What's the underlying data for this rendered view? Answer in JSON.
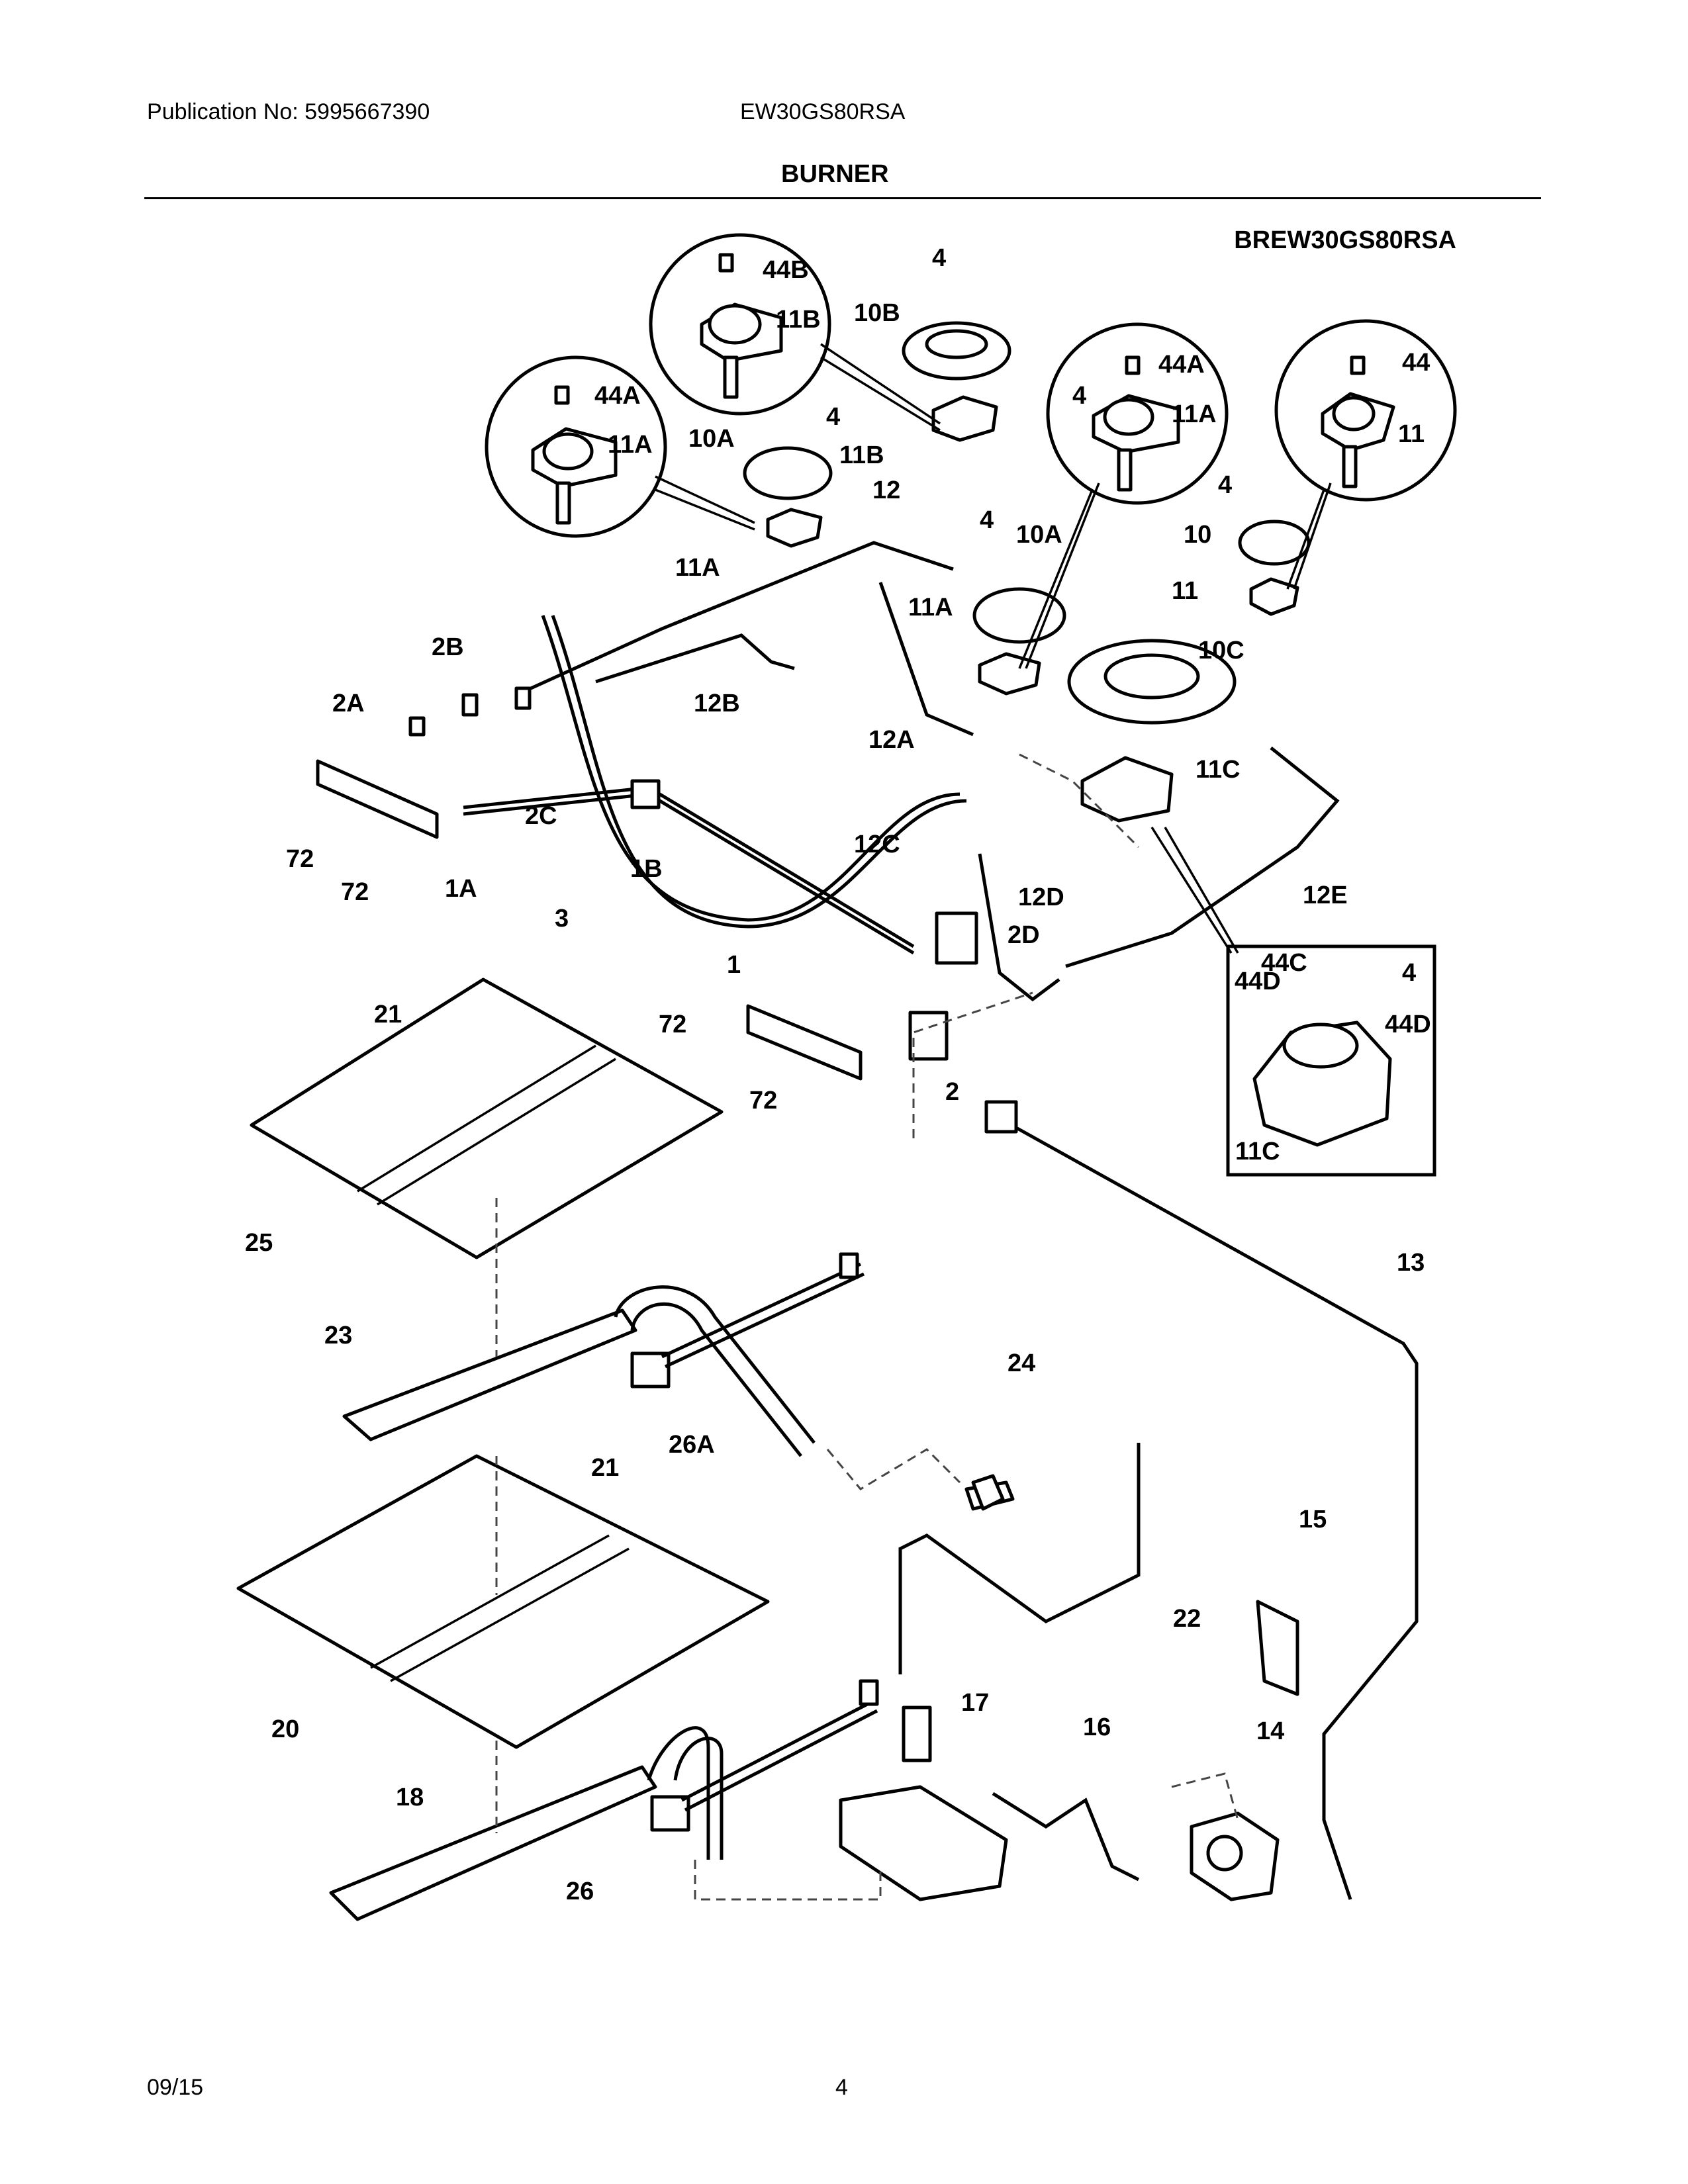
{
  "header": {
    "publication": "Publication No: 5995667390",
    "model": "EW30GS80RSA",
    "title": "BURNER",
    "diagram_code": "BREW30GS80RSA"
  },
  "footer": {
    "date": "09/15",
    "page": "4"
  },
  "callouts": [
    "4",
    "44B",
    "11B",
    "10B",
    "4",
    "44A",
    "11A",
    "10A",
    "11B",
    "44A",
    "11A",
    "4",
    "44",
    "11",
    "12",
    "4",
    "10A",
    "11A",
    "4",
    "10",
    "11",
    "11A",
    "10C",
    "2B",
    "2A",
    "12B",
    "12A",
    "11C",
    "2C",
    "72",
    "72",
    "1A",
    "1B",
    "12C",
    "12D",
    "3",
    "12E",
    "2D",
    "1",
    "72",
    "72",
    "2",
    "44C",
    "44D",
    "4",
    "44D",
    "11C",
    "21",
    "25",
    "13",
    "23",
    "24",
    "26A",
    "21",
    "15",
    "22",
    "20",
    "17",
    "16",
    "14",
    "18",
    "26"
  ]
}
